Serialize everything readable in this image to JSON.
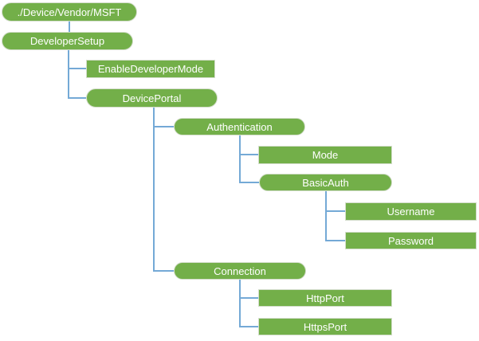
{
  "colors": {
    "background": "#ffffff",
    "node_fill": "#73AF49",
    "node_border": "#D3DDCB",
    "node_text": "#ffffff",
    "connector": "#74A9D6"
  },
  "tree": {
    "nodes": [
      {
        "id": "msft",
        "label": "./Device/Vendor/MSFT",
        "shape": "pill"
      },
      {
        "id": "devsetup",
        "label": "DeveloperSetup",
        "shape": "pill"
      },
      {
        "id": "enabledevmode",
        "label": "EnableDeveloperMode",
        "shape": "rect"
      },
      {
        "id": "deviceportal",
        "label": "DevicePortal",
        "shape": "pill"
      },
      {
        "id": "authentication",
        "label": "Authentication",
        "shape": "pill"
      },
      {
        "id": "mode",
        "label": "Mode",
        "shape": "rect"
      },
      {
        "id": "basicauth",
        "label": "BasicAuth",
        "shape": "pill"
      },
      {
        "id": "username",
        "label": "Username",
        "shape": "rect"
      },
      {
        "id": "password",
        "label": "Password",
        "shape": "rect"
      },
      {
        "id": "connection",
        "label": "Connection",
        "shape": "pill"
      },
      {
        "id": "httpport",
        "label": "HttpPort",
        "shape": "rect"
      },
      {
        "id": "httpsport",
        "label": "HttpsPort",
        "shape": "rect"
      }
    ]
  }
}
